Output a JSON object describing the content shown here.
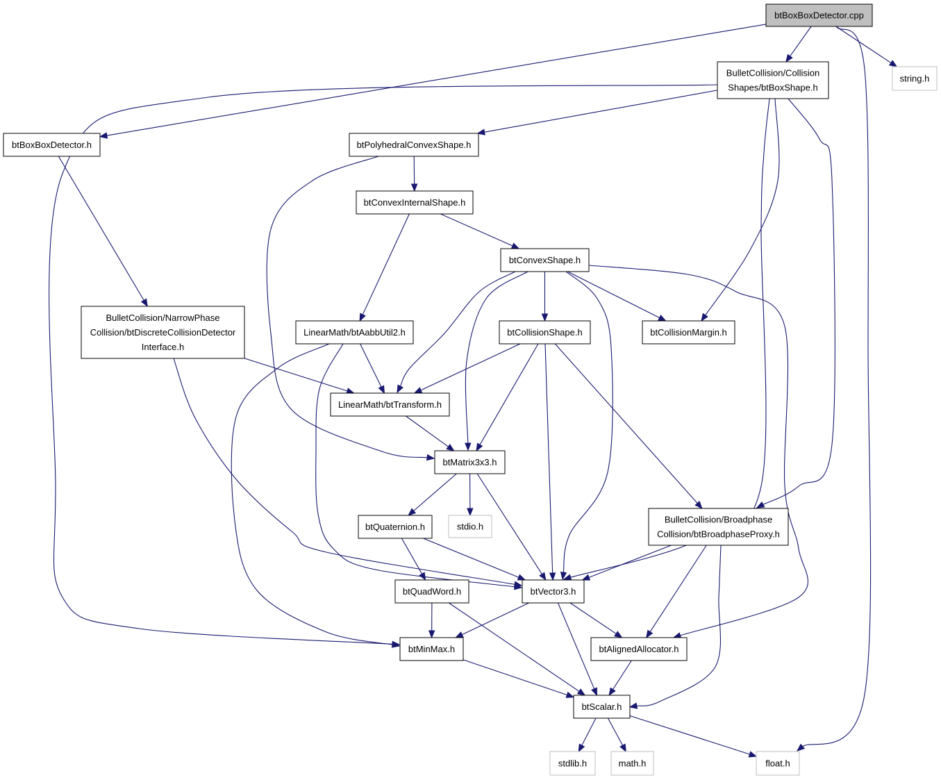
{
  "colors": {
    "edge": "#191970",
    "node_border": "#000000",
    "ext_border": "#bfbfbf",
    "root_fill": "#bfbfbf",
    "node_fill": "#ffffff",
    "text": "#000000"
  },
  "nodes": {
    "root": {
      "lines": [
        "btBoxBoxDetector.cpp"
      ],
      "kind": "root"
    },
    "boxshape": {
      "lines": [
        "BulletCollision/Collision",
        "Shapes/btBoxShape.h"
      ],
      "kind": "file"
    },
    "stringh": {
      "lines": [
        "string.h"
      ],
      "kind": "external"
    },
    "bbdh": {
      "lines": [
        "btBoxBoxDetector.h"
      ],
      "kind": "file"
    },
    "polyh": {
      "lines": [
        "btPolyhedralConvexShape.h"
      ],
      "kind": "file"
    },
    "convint": {
      "lines": [
        "btConvexInternalShape.h"
      ],
      "kind": "file"
    },
    "convex": {
      "lines": [
        "btConvexShape.h"
      ],
      "kind": "file"
    },
    "discrete": {
      "lines": [
        "BulletCollision/NarrowPhase",
        "Collision/btDiscreteCollisionDetector",
        "Interface.h"
      ],
      "kind": "file"
    },
    "aabb": {
      "lines": [
        "LinearMath/btAabbUtil2.h"
      ],
      "kind": "file"
    },
    "collshape": {
      "lines": [
        "btCollisionShape.h"
      ],
      "kind": "file"
    },
    "margin": {
      "lines": [
        "btCollisionMargin.h"
      ],
      "kind": "file"
    },
    "transform": {
      "lines": [
        "LinearMath/btTransform.h"
      ],
      "kind": "file"
    },
    "matrix": {
      "lines": [
        "btMatrix3x3.h"
      ],
      "kind": "file"
    },
    "quat": {
      "lines": [
        "btQuaternion.h"
      ],
      "kind": "file"
    },
    "stdio": {
      "lines": [
        "stdio.h"
      ],
      "kind": "external"
    },
    "bproxy": {
      "lines": [
        "BulletCollision/Broadphase",
        "Collision/btBroadphaseProxy.h"
      ],
      "kind": "file"
    },
    "quadword": {
      "lines": [
        "btQuadWord.h"
      ],
      "kind": "file"
    },
    "vector": {
      "lines": [
        "btVector3.h"
      ],
      "kind": "file"
    },
    "minmax": {
      "lines": [
        "btMinMax.h"
      ],
      "kind": "file"
    },
    "alloc": {
      "lines": [
        "btAlignedAllocator.h"
      ],
      "kind": "file"
    },
    "scalar": {
      "lines": [
        "btScalar.h"
      ],
      "kind": "file"
    },
    "stdlib": {
      "lines": [
        "stdlib.h"
      ],
      "kind": "external"
    },
    "mathh": {
      "lines": [
        "math.h"
      ],
      "kind": "external"
    },
    "floath": {
      "lines": [
        "float.h"
      ],
      "kind": "external"
    }
  },
  "edges": [
    [
      "root",
      "bbdh"
    ],
    [
      "root",
      "boxshape"
    ],
    [
      "root",
      "stringh"
    ],
    [
      "root",
      "floath"
    ],
    [
      "bbdh",
      "discrete"
    ],
    [
      "boxshape",
      "polyh"
    ],
    [
      "boxshape",
      "minmax"
    ],
    [
      "boxshape",
      "vector"
    ],
    [
      "boxshape",
      "margin"
    ],
    [
      "boxshape",
      "bproxy"
    ],
    [
      "polyh",
      "convint"
    ],
    [
      "polyh",
      "matrix"
    ],
    [
      "convint",
      "convex"
    ],
    [
      "convint",
      "aabb"
    ],
    [
      "convex",
      "collshape"
    ],
    [
      "convex",
      "margin"
    ],
    [
      "convex",
      "transform"
    ],
    [
      "convex",
      "matrix"
    ],
    [
      "convex",
      "vector"
    ],
    [
      "convex",
      "alloc"
    ],
    [
      "discrete",
      "transform"
    ],
    [
      "discrete",
      "vector"
    ],
    [
      "aabb",
      "transform"
    ],
    [
      "aabb",
      "vector"
    ],
    [
      "aabb",
      "minmax"
    ],
    [
      "collshape",
      "transform"
    ],
    [
      "collshape",
      "matrix"
    ],
    [
      "collshape",
      "vector"
    ],
    [
      "collshape",
      "bproxy"
    ],
    [
      "transform",
      "matrix"
    ],
    [
      "matrix",
      "quat"
    ],
    [
      "matrix",
      "stdio"
    ],
    [
      "matrix",
      "vector"
    ],
    [
      "quat",
      "quadword"
    ],
    [
      "quat",
      "vector"
    ],
    [
      "bproxy",
      "vector"
    ],
    [
      "bproxy",
      "alloc"
    ],
    [
      "bproxy",
      "scalar"
    ],
    [
      "quadword",
      "minmax"
    ],
    [
      "quadword",
      "scalar"
    ],
    [
      "vector",
      "minmax"
    ],
    [
      "vector",
      "scalar"
    ],
    [
      "vector",
      "alloc"
    ],
    [
      "minmax",
      "scalar"
    ],
    [
      "alloc",
      "scalar"
    ],
    [
      "scalar",
      "stdlib"
    ],
    [
      "scalar",
      "mathh"
    ],
    [
      "scalar",
      "floath"
    ]
  ]
}
